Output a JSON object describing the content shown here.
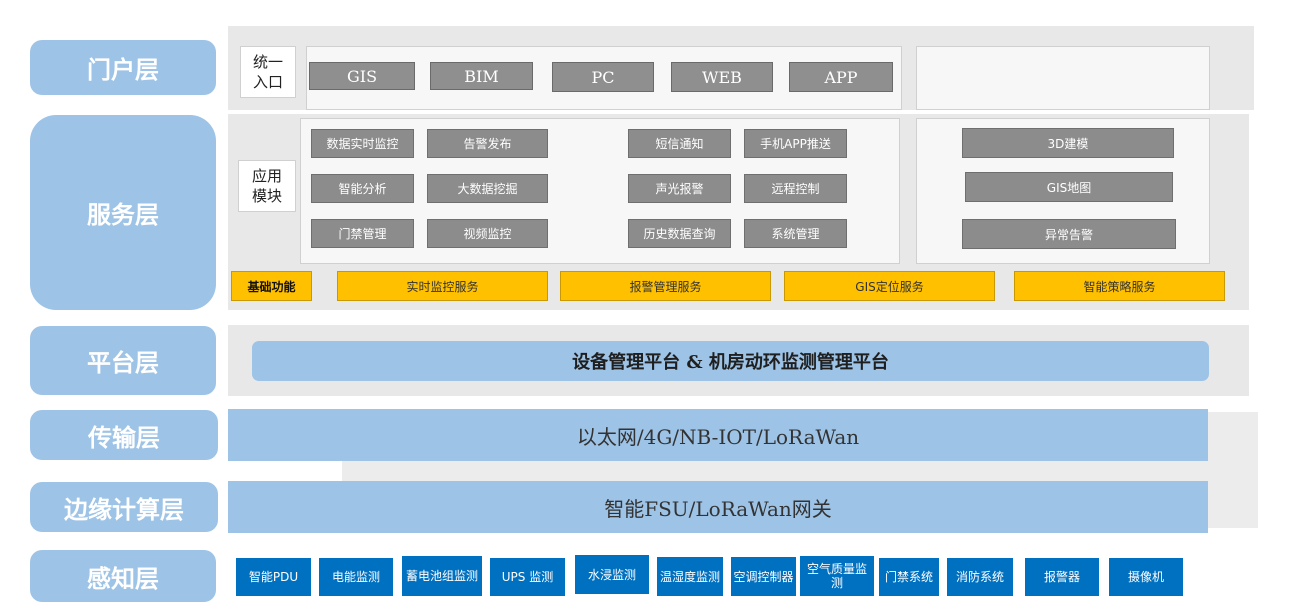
{
  "layers": {
    "portal": "门户层",
    "service": "服务层",
    "platform": "平台层",
    "transport": "传输层",
    "edge": "边缘计算层",
    "perception": "感知层"
  },
  "portal": {
    "entry_label_line1": "统一",
    "entry_label_line2": "入口",
    "buttons": [
      "GIS",
      "BIM",
      "PC",
      "WEB",
      "APP"
    ]
  },
  "service": {
    "app_label_line1": "应用",
    "app_label_line2": "模块",
    "group1": [
      "数据实时监控",
      "告警发布",
      "智能分析",
      "大数据挖掘",
      "门禁管理",
      "视频监控"
    ],
    "group2": [
      "短信通知",
      "手机APP推送",
      "声光报警",
      "远程控制",
      "历史数据查询",
      "系统管理"
    ],
    "group3": [
      "3D建模",
      "GIS地图",
      "异常告警"
    ],
    "basic_label": "基础功能",
    "basic_services": [
      "实时监控服务",
      "报警管理服务",
      "GIS定位服务",
      "智能策略服务"
    ]
  },
  "platform": {
    "text": "设备管理平台 & 机房动环监测管理平台"
  },
  "transport": {
    "text": "以太网/4G/NB-IOT/LoRaWan"
  },
  "edge": {
    "text": "智能FSU/LoRaWan网关"
  },
  "perception": {
    "items": [
      "智能PDU",
      "电能监测",
      "蓄电池组监测",
      "UPS 监测",
      "水浸监测",
      "温湿度监测",
      "空调控制器",
      "空气质量监测",
      "门禁系统",
      "消防系统",
      "报警器",
      "摄像机"
    ]
  },
  "colors": {
    "layer_blue": "#9dc3e6",
    "sensor_blue": "#0070c0",
    "service_yellow": "#ffc000",
    "module_gray": "#8c8c8c",
    "panel_gray": "#e8e8e8"
  }
}
